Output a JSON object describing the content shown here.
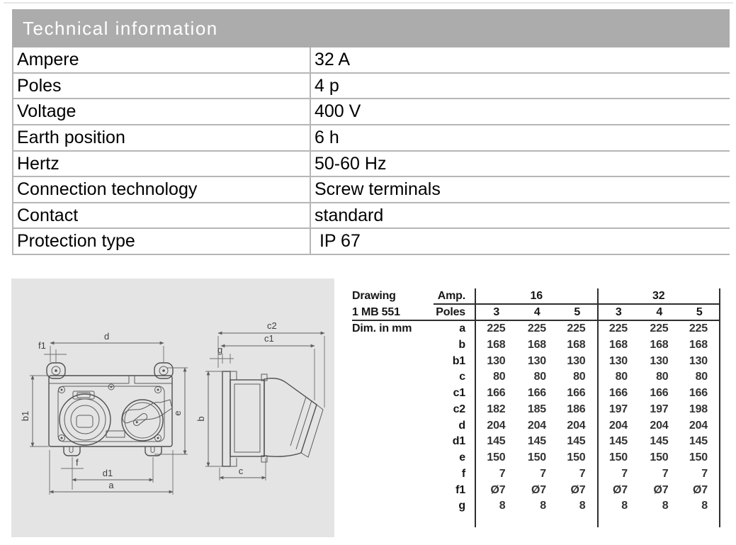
{
  "colors": {
    "header_bar_bg": "#acacac",
    "header_bar_text": "#ffffff",
    "spec_table_border": "#b6b6b6",
    "drawing_panel_bg": "#e4e4e4",
    "dim_table_rule": "#2e2e2e"
  },
  "tech_info": {
    "title": "Technical information",
    "rows": [
      {
        "label": "Ampere",
        "value": "32 A"
      },
      {
        "label": "Poles",
        "value": "4 p"
      },
      {
        "label": "Voltage",
        "value": "400 V"
      },
      {
        "label": "Earth position",
        "value": "6 h"
      },
      {
        "label": "Hertz",
        "value": "50-60 Hz"
      },
      {
        "label": "Connection technology",
        "value": "Screw terminals"
      },
      {
        "label": "Contact",
        "value": "standard"
      },
      {
        "label": "Protection type",
        "value": " IP 67"
      }
    ]
  },
  "dimension_table": {
    "drawing_label": "Drawing",
    "drawing_number": "1 MB 551",
    "amp_label": "Amp.",
    "poles_label": "Poles",
    "dim_unit_label": "Dim. in mm",
    "amp_groups": [
      {
        "amp": "16",
        "poles": [
          "3",
          "4",
          "5"
        ]
      },
      {
        "amp": "32",
        "poles": [
          "3",
          "4",
          "5"
        ]
      }
    ],
    "rows": [
      {
        "key": "a",
        "values": [
          "225",
          "225",
          "225",
          "225",
          "225",
          "225"
        ]
      },
      {
        "key": "b",
        "values": [
          "168",
          "168",
          "168",
          "168",
          "168",
          "168"
        ]
      },
      {
        "key": "b1",
        "values": [
          "130",
          "130",
          "130",
          "130",
          "130",
          "130"
        ]
      },
      {
        "key": "c",
        "values": [
          "80",
          "80",
          "80",
          "80",
          "80",
          "80"
        ]
      },
      {
        "key": "c1",
        "values": [
          "166",
          "166",
          "166",
          "166",
          "166",
          "166"
        ]
      },
      {
        "key": "c2",
        "values": [
          "182",
          "185",
          "186",
          "197",
          "197",
          "198"
        ]
      },
      {
        "key": "d",
        "values": [
          "204",
          "204",
          "204",
          "204",
          "204",
          "204"
        ]
      },
      {
        "key": "d1",
        "values": [
          "145",
          "145",
          "145",
          "145",
          "145",
          "145"
        ]
      },
      {
        "key": "e",
        "values": [
          "150",
          "150",
          "150",
          "150",
          "150",
          "150"
        ]
      },
      {
        "key": "f",
        "values": [
          "7",
          "7",
          "7",
          "7",
          "7",
          "7"
        ]
      },
      {
        "key": "f1",
        "values": [
          "Ø7",
          "Ø7",
          "Ø7",
          "Ø7",
          "Ø7",
          "Ø7"
        ]
      },
      {
        "key": "g",
        "values": [
          "8",
          "8",
          "8",
          "8",
          "8",
          "8"
        ]
      }
    ]
  },
  "drawing": {
    "front_view_labels": {
      "d": "d",
      "f1": "f1",
      "b1": "b1",
      "e": "e",
      "f": "f",
      "d1": "d1",
      "a": "a"
    },
    "side_view_labels": {
      "c2": "c2",
      "c1": "c1",
      "g": "g",
      "b": "b",
      "c": "c"
    }
  }
}
